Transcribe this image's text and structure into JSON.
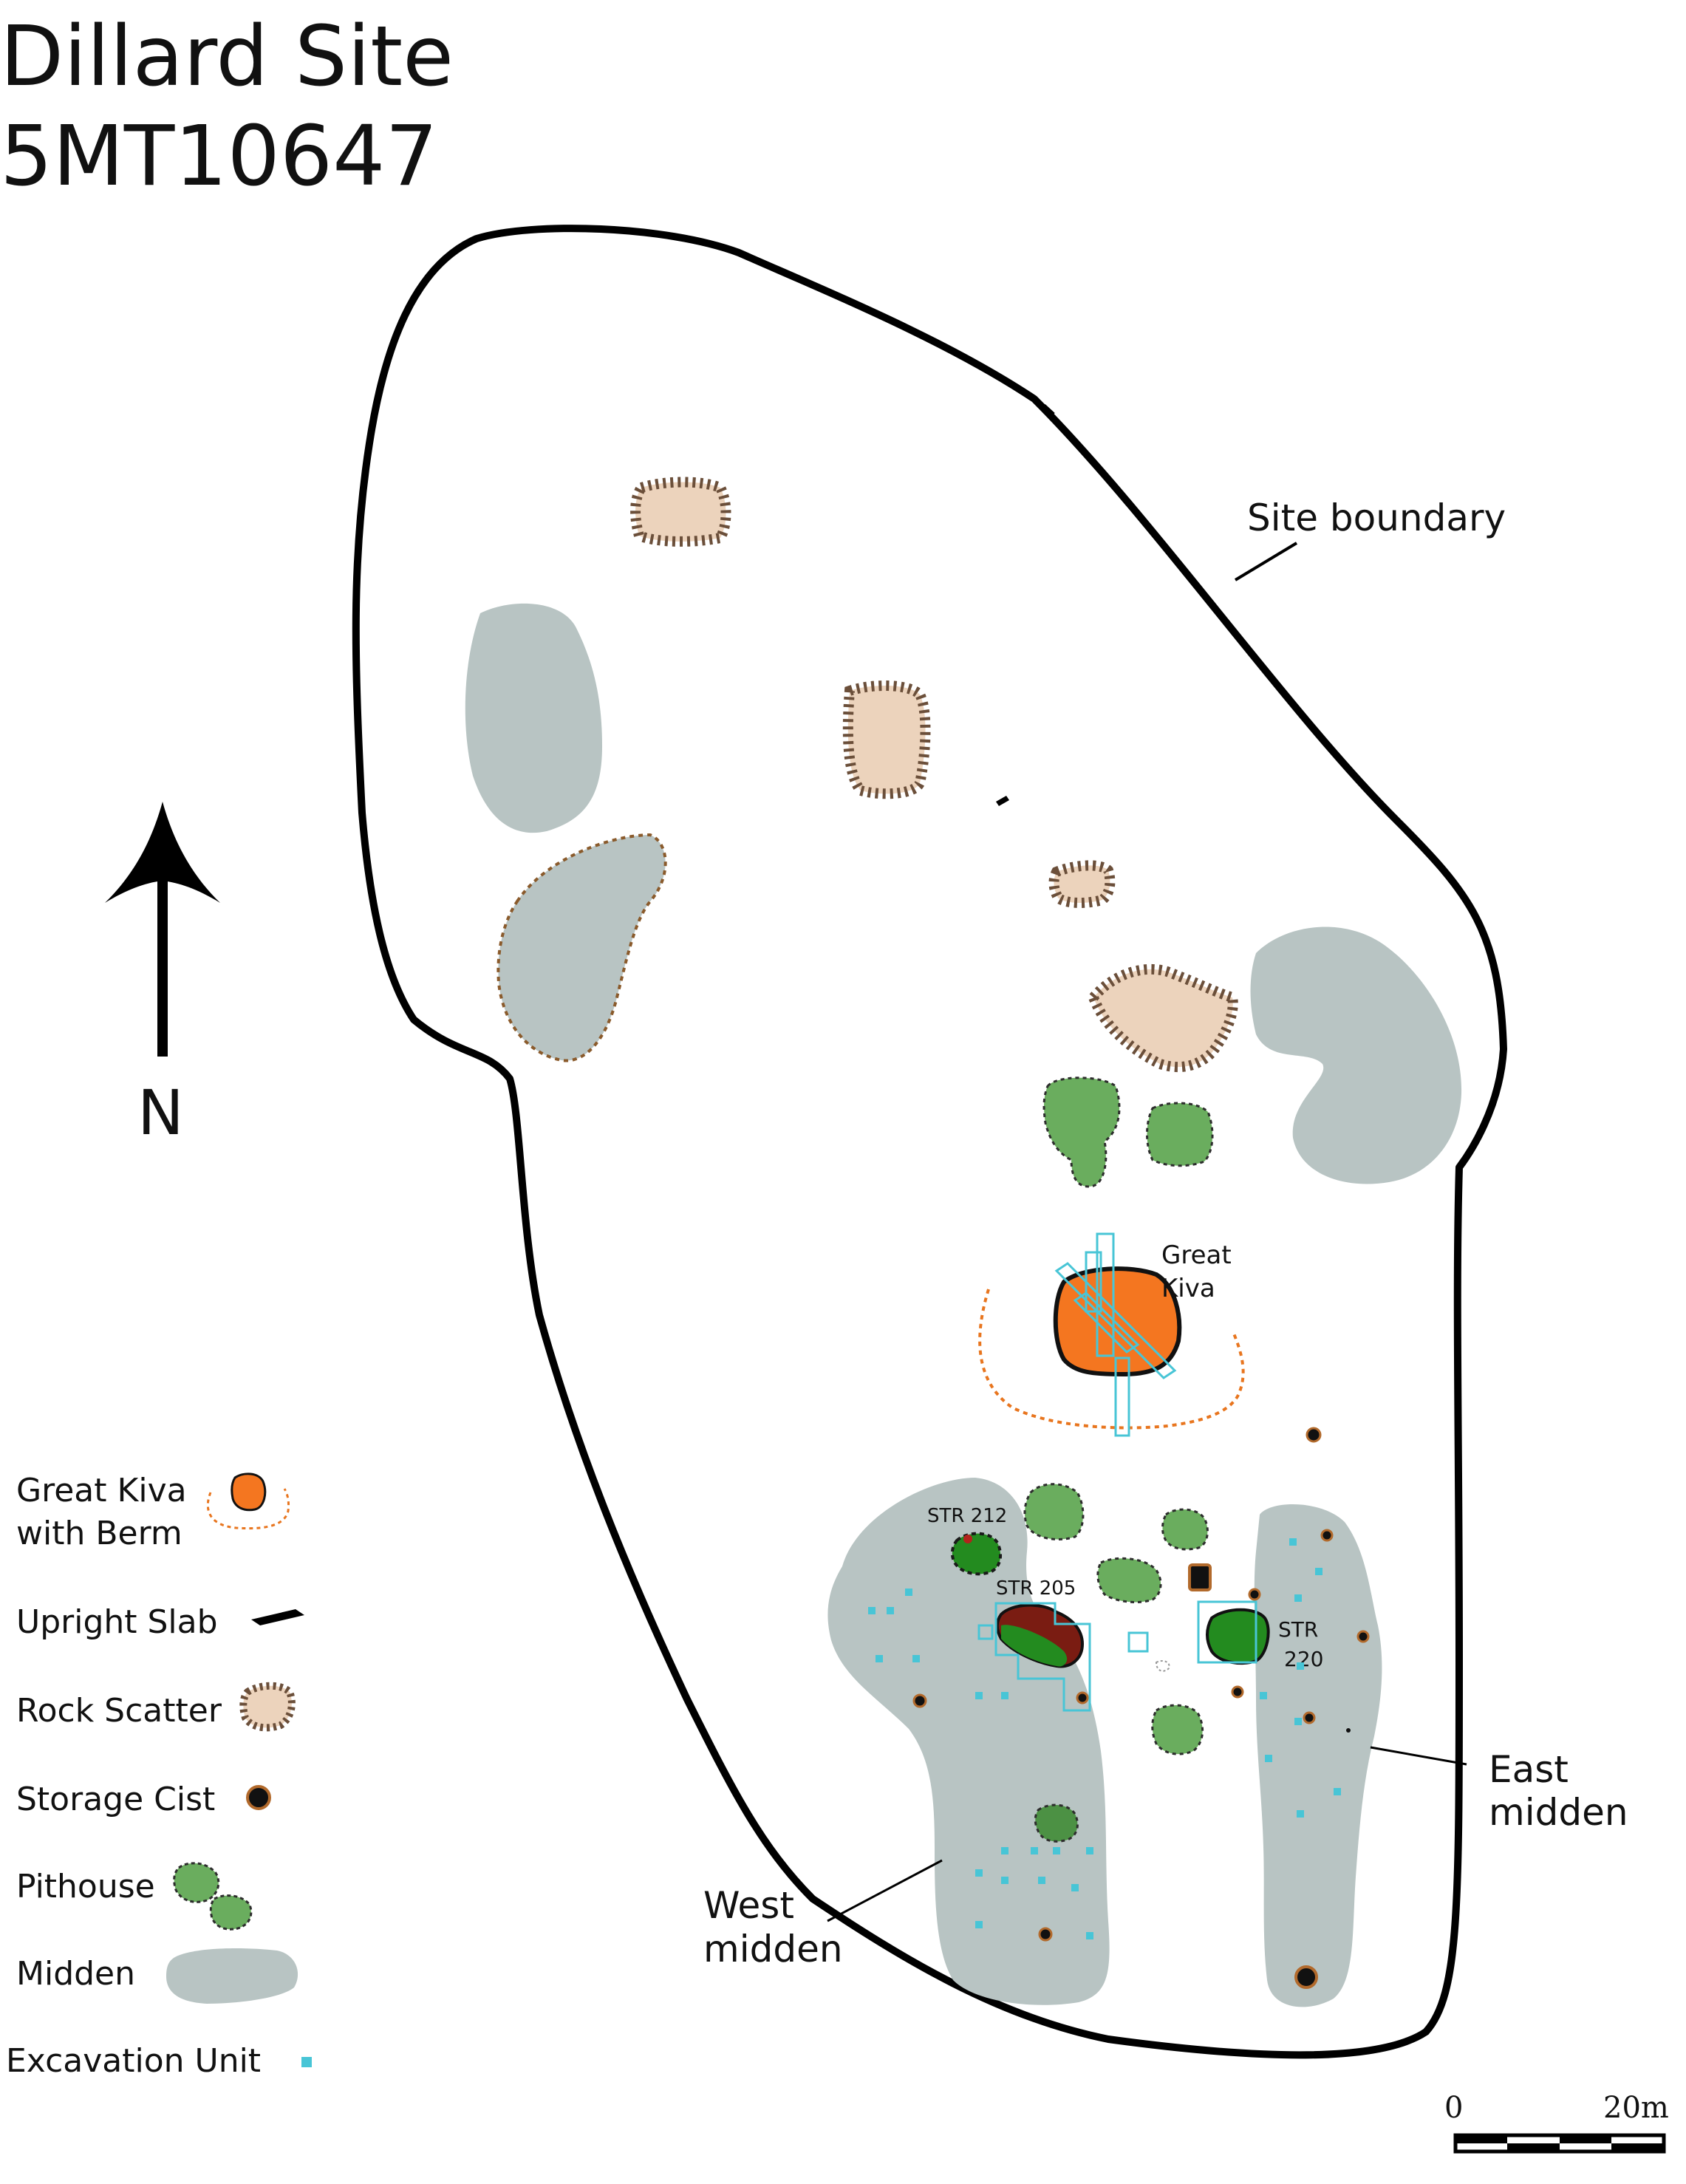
{
  "title": {
    "line1": "Dillard Site",
    "line2": "5MT10647"
  },
  "north": {
    "label": "N",
    "icon": "north-arrow-icon"
  },
  "labels": {
    "site_boundary": "Site boundary",
    "great_kiva": {
      "line1": "Great",
      "line2": "Kiva"
    },
    "str212": "STR 212",
    "str205": "STR 205",
    "str220": {
      "line1": "STR",
      "line2": "220"
    },
    "east_midden": {
      "line1": "East",
      "line2": "midden"
    },
    "west_midden": {
      "line1": "West",
      "line2": "midden"
    }
  },
  "legend": {
    "items": [
      {
        "label_lines": [
          "Great Kiva",
          "with Berm"
        ],
        "icon": "great-kiva-symbol-icon"
      },
      {
        "label_lines": [
          "Upright Slab"
        ],
        "icon": "upright-slab-symbol-icon"
      },
      {
        "label_lines": [
          "Rock Scatter"
        ],
        "icon": "rock-scatter-symbol-icon"
      },
      {
        "label_lines": [
          "Storage Cist"
        ],
        "icon": "storage-cist-symbol-icon"
      },
      {
        "label_lines": [
          "Pithouse"
        ],
        "icon": "pithouse-symbol-icon"
      },
      {
        "label_lines": [
          "Midden"
        ],
        "icon": "midden-symbol-icon"
      },
      {
        "label_lines": [
          "Excavation Unit"
        ],
        "icon": "excavation-unit-symbol-icon"
      }
    ]
  },
  "scale": {
    "min_label": "0",
    "max_label": "20m",
    "length_m": 20,
    "segments": 4
  },
  "colors": {
    "boundary": "#000000",
    "midden": "#b8c4c3",
    "pithouse": "#6aad5e",
    "pithouse_dark": "#238b1f",
    "rock_scatter": "#ecd3bc",
    "rock_scatter_edge": "#6b4f3a",
    "great_kiva": "#f47620",
    "berm": "#e8751e",
    "excavation": "#48c5d6",
    "cist_ring": "#b26a2c",
    "str205_red": "#7a1c12"
  }
}
